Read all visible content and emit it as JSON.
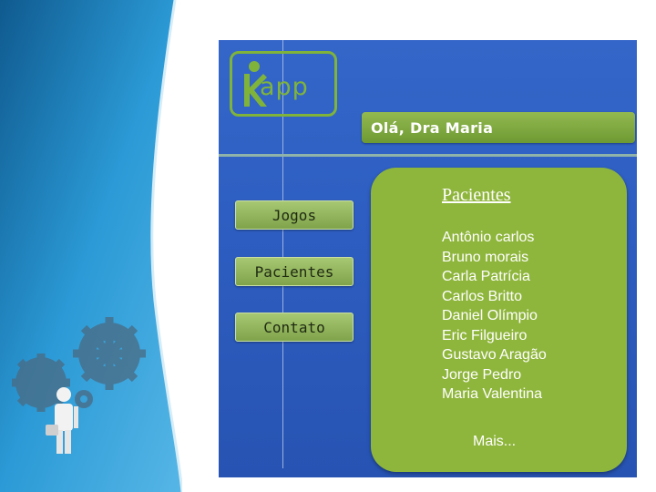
{
  "logo": {
    "text": "app",
    "icon": "person-k-logo-icon"
  },
  "header": {
    "greeting": "Olá, Dra Maria"
  },
  "nav": {
    "items": [
      {
        "label": "Jogos"
      },
      {
        "label": "Pacientes"
      },
      {
        "label": "Contato"
      }
    ]
  },
  "patients_card": {
    "title": "Pacientes",
    "patients": [
      "Antônio carlos",
      "Bruno morais",
      "Carla Patrícia",
      "Carlos Britto",
      "Daniel Olímpio",
      "Eric Filgueiro",
      "Gustavo Aragão",
      "Jorge Pedro",
      "Maria Valentina"
    ],
    "more_label": "Mais..."
  },
  "decor": {
    "left_panel_icons": [
      "gears-icon",
      "businessman-icon"
    ]
  },
  "colors": {
    "app_background": "#2d5dc0",
    "accent_green": "#7fb33a",
    "card_green": "#8fb63c",
    "left_panel_blue": "#2a8fcb"
  }
}
